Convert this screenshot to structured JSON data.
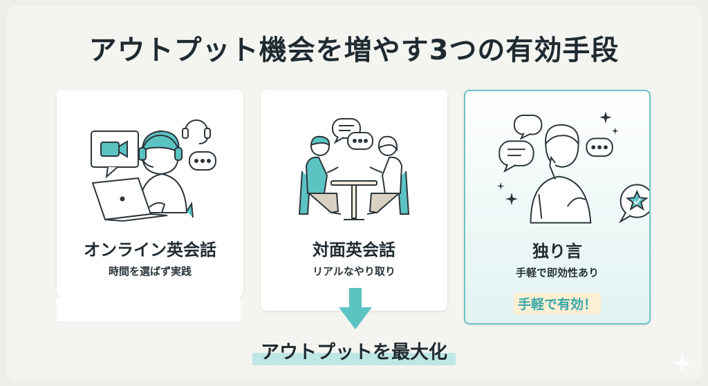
{
  "title": "アウトプット機会を増やす3つの有効手段",
  "cards": [
    {
      "title": "オンライン英会話",
      "subtitle": "時間を選ばず実践"
    },
    {
      "title": "対面英会話",
      "subtitle": "リアルなやり取り"
    },
    {
      "title": "独り言",
      "subtitle": "手軽で即効性あり",
      "badge": "手軽で有効！"
    }
  ],
  "result": "アウトプットを最大化",
  "colors": {
    "accent": "#5cc3c3",
    "accent_dark": "#3aa7a7",
    "ink": "#1f2a30",
    "badge_bg": "#fbefd4",
    "highlight": "#bfe6e6"
  }
}
